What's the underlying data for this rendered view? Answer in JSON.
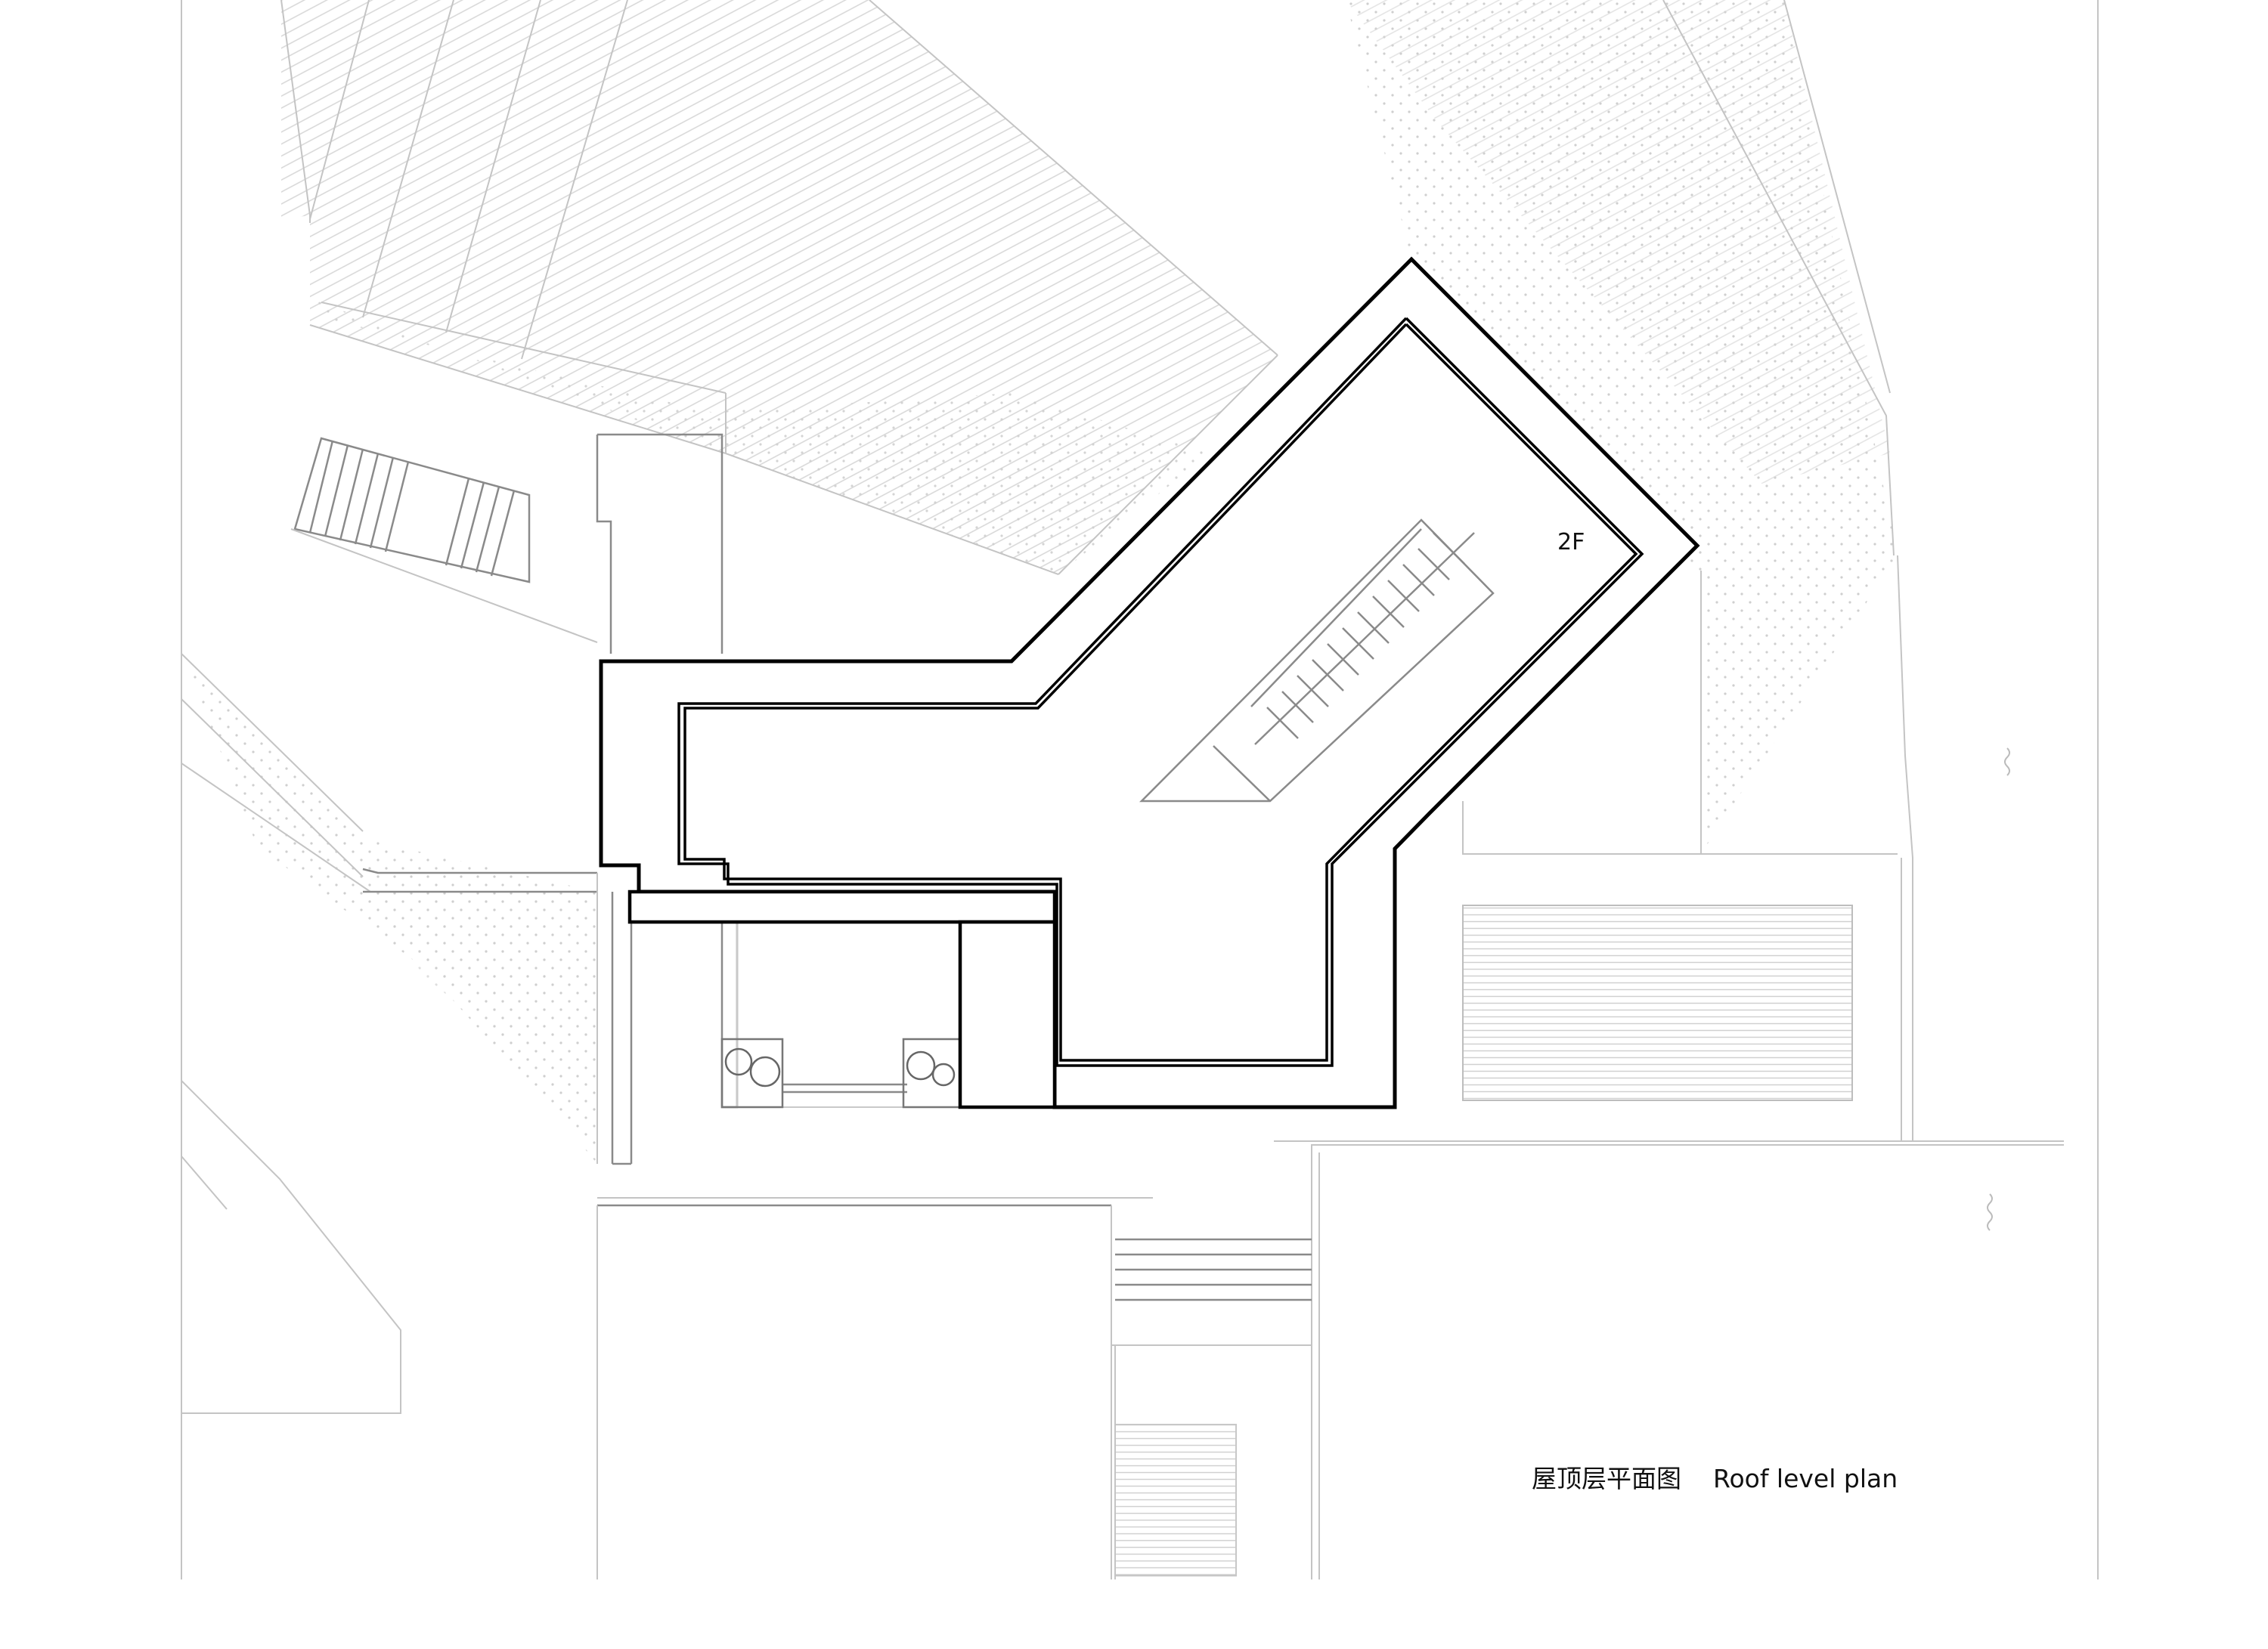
{
  "labels": {
    "floor": "2F",
    "caption_cn": "屋顶层平面图",
    "caption_en": "Roof level plan"
  },
  "colors": {
    "wall": "#000000",
    "context_line": "#c4c4c4",
    "hatch": "#d2d2d2"
  }
}
